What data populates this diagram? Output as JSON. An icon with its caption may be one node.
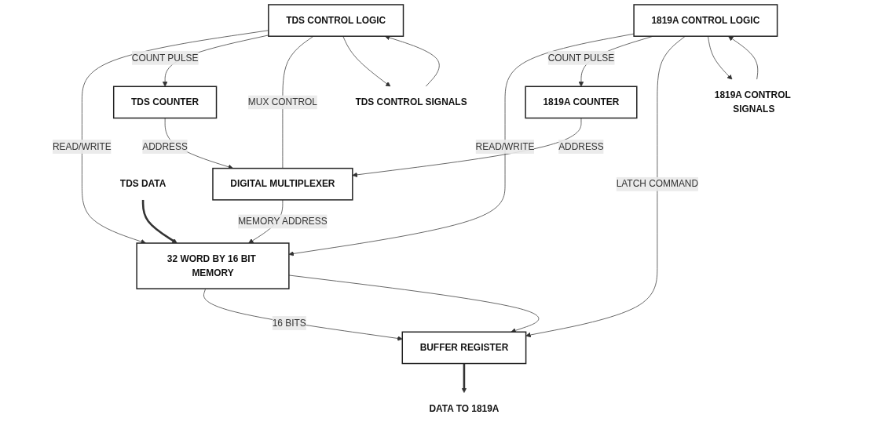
{
  "diagram": {
    "nodes": [
      {
        "text": [
          "32 WORD BY 16 BIT MEMORY"
        ]
      },
      {
        "text": [
          "BUFFER REGISTER"
        ]
      },
      {
        "text": [
          "TDS CONTROL LOGIC"
        ]
      },
      {
        "text": [
          "TDS COUNTER"
        ]
      },
      {
        "text": [
          "DIGITAL MULTIPLEXER"
        ]
      },
      {
        "text": [
          "1819A COUNTER"
        ]
      },
      {
        "text": [
          "1819A CONTROL LOGIC"
        ]
      },
      {
        "text": [
          "TDS DATA"
        ]
      },
      {
        "text": [
          "DATA TO 1819A"
        ]
      },
      {
        "text": [
          "TDS CONTROL SIGNALS"
        ]
      },
      {
        "text": [
          "1819A CONTROL SIGNALS"
        ]
      }
    ],
    "edges": [
      {
        "from": 7,
        "to": 0,
        "arrow": "to",
        "style": "thick"
      },
      {
        "from": 0,
        "to": 1,
        "arrow": "to",
        "label": "16 BITS"
      },
      {
        "from": 0,
        "to": 1,
        "arrow": "to"
      },
      {
        "from": 1,
        "to": 8,
        "arrow": "to",
        "style": "thick"
      },
      {
        "from": 2,
        "to": 0,
        "arrow": "to",
        "label": "READ/WRITE"
      },
      {
        "from": 2,
        "to": 3,
        "arrow": "to",
        "label": "COUNT PULSE"
      },
      {
        "from": 3,
        "to": 4,
        "arrow": "to",
        "label": "ADDRESS"
      },
      {
        "from": 5,
        "to": 4,
        "arrow": "to",
        "label": "ADDRESS"
      },
      {
        "from": 4,
        "to": 0,
        "arrow": "to",
        "label": "MEMORY ADDRESS"
      },
      {
        "from": 2,
        "to": 4,
        "arrow": "none",
        "label": "MUX CONTROL"
      },
      {
        "from": 6,
        "to": 0,
        "arrow": "to",
        "label": "READ/WRITE"
      },
      {
        "from": 6,
        "to": 5,
        "arrow": "to",
        "label": "COUNT PULSE"
      },
      {
        "from": 6,
        "to": 1,
        "arrow": "to",
        "label": "LATCH COMMAND"
      },
      {
        "from": 9,
        "to": 2,
        "arrow": "to"
      },
      {
        "from": 2,
        "to": 9,
        "arrow": "to"
      },
      {
        "from": 6,
        "to": 10,
        "arrow": "to"
      },
      {
        "from": 10,
        "to": 6,
        "arrow": "to"
      }
    ]
  }
}
